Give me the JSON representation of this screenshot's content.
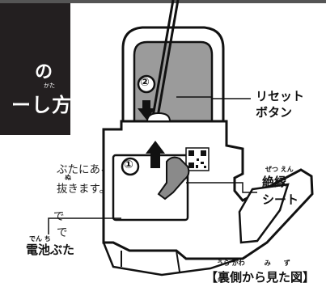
{
  "title": {
    "line1": "の",
    "line2": "ーし方",
    "ruby": "かた"
  },
  "instructions": [
    "ぶたにある",
    "抜きます。",
    "で",
    "で"
  ],
  "instruction_ruby": "ぬ",
  "labels": {
    "reset_button": [
      "リセット",
      "ボタン"
    ],
    "insulation_sheet": [
      "絶縁",
      "シート"
    ],
    "insulation_ruby": "ぜつ えん",
    "battery_cover": "電池ぶた",
    "battery_ruby": "でん ち",
    "step1": "①",
    "step2": "②"
  },
  "caption": {
    "text": "【裏側から見た図】",
    "ruby": "うら がわ　　　み　　ず"
  }
}
